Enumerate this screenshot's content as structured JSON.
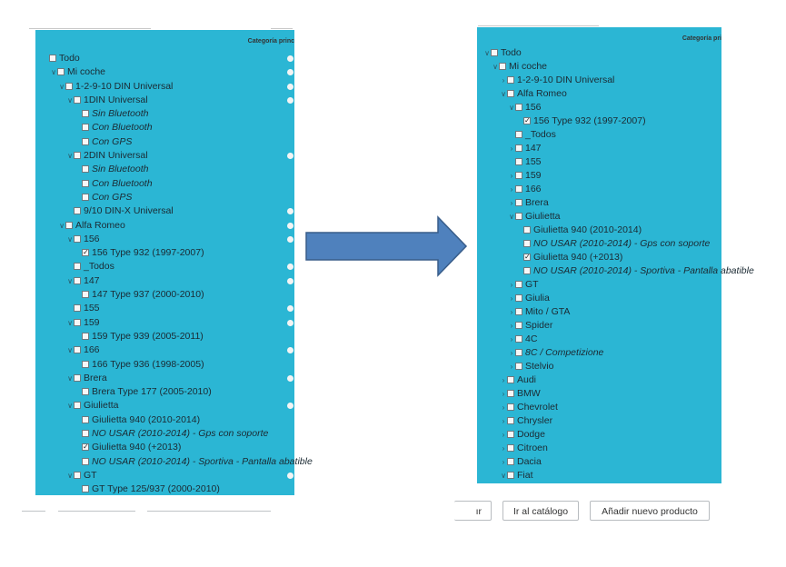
{
  "left": {
    "header": "Categoría princ",
    "rows": [
      {
        "d": 0,
        "tog": "",
        "label": "Todo",
        "c": false,
        "i": false
      },
      {
        "d": 1,
        "tog": "∨",
        "label": "Mi coche",
        "c": false,
        "i": false
      },
      {
        "d": 2,
        "tog": "∨",
        "label": "1-2-9-10 DIN Universal",
        "c": false,
        "i": false
      },
      {
        "d": 3,
        "tog": "∨",
        "label": "1DIN Universal",
        "c": false,
        "i": false
      },
      {
        "d": 4,
        "tog": "",
        "label": "Sin Bluetooth",
        "c": false,
        "i": true
      },
      {
        "d": 4,
        "tog": "",
        "label": "Con Bluetooth",
        "c": false,
        "i": true
      },
      {
        "d": 4,
        "tog": "",
        "label": "Con GPS",
        "c": false,
        "i": true
      },
      {
        "d": 3,
        "tog": "∨",
        "label": "2DIN Universal",
        "c": false,
        "i": false
      },
      {
        "d": 4,
        "tog": "",
        "label": "Sin Bluetooth",
        "c": false,
        "i": true
      },
      {
        "d": 4,
        "tog": "",
        "label": "Con Bluetooth",
        "c": false,
        "i": true
      },
      {
        "d": 4,
        "tog": "",
        "label": "Con GPS",
        "c": false,
        "i": true
      },
      {
        "d": 3,
        "tog": "",
        "label": "9/10 DIN-X Universal",
        "c": false,
        "i": false
      },
      {
        "d": 2,
        "tog": "∨",
        "label": "Alfa Romeo",
        "c": false,
        "i": false
      },
      {
        "d": 3,
        "tog": "∨",
        "label": "156",
        "c": false,
        "i": false
      },
      {
        "d": 4,
        "tog": "",
        "label": "156 Type 932 (1997-2007)",
        "c": true,
        "i": false
      },
      {
        "d": 3,
        "tog": "",
        "label": "_Todos",
        "c": false,
        "i": false
      },
      {
        "d": 3,
        "tog": "∨",
        "label": "147",
        "c": false,
        "i": false
      },
      {
        "d": 4,
        "tog": "",
        "label": "147 Type 937 (2000-2010)",
        "c": false,
        "i": false
      },
      {
        "d": 3,
        "tog": "",
        "label": "155",
        "c": false,
        "i": false
      },
      {
        "d": 3,
        "tog": "∨",
        "label": "159",
        "c": false,
        "i": false
      },
      {
        "d": 4,
        "tog": "",
        "label": "159 Type 939 (2005-2011)",
        "c": false,
        "i": false
      },
      {
        "d": 3,
        "tog": "∨",
        "label": "166",
        "c": false,
        "i": false
      },
      {
        "d": 4,
        "tog": "",
        "label": "166 Type 936 (1998-2005)",
        "c": false,
        "i": false
      },
      {
        "d": 3,
        "tog": "∨",
        "label": "Brera",
        "c": false,
        "i": false
      },
      {
        "d": 4,
        "tog": "",
        "label": "Brera Type 177 (2005-2010)",
        "c": false,
        "i": false
      },
      {
        "d": 3,
        "tog": "∨",
        "label": "Giulietta",
        "c": false,
        "i": false
      },
      {
        "d": 4,
        "tog": "",
        "label": "Giulietta 940 (2010-2014)",
        "c": false,
        "i": false
      },
      {
        "d": 4,
        "tog": "",
        "label": "NO USAR (2010-2014) - Gps con soporte",
        "c": false,
        "i": true
      },
      {
        "d": 4,
        "tog": "",
        "label": "Giulietta 940 (+2013)",
        "c": true,
        "i": false
      },
      {
        "d": 4,
        "tog": "",
        "label": "NO USAR (2010-2014) - Sportiva - Pantalla abatible",
        "c": false,
        "i": true
      },
      {
        "d": 3,
        "tog": "∨",
        "label": "GT",
        "c": false,
        "i": false
      },
      {
        "d": 4,
        "tog": "",
        "label": "GT Type 125/937 (2000-2010)",
        "c": false,
        "i": false
      }
    ]
  },
  "right": {
    "header": "Categoría pri",
    "rows": [
      {
        "d": 0,
        "tog": "∨",
        "label": "Todo",
        "c": false,
        "i": false
      },
      {
        "d": 1,
        "tog": "∨",
        "label": "Mi coche",
        "c": false,
        "i": false
      },
      {
        "d": 2,
        "tog": "›",
        "label": "1-2-9-10 DIN Universal",
        "c": false,
        "i": false
      },
      {
        "d": 2,
        "tog": "∨",
        "label": "Alfa Romeo",
        "c": false,
        "i": false
      },
      {
        "d": 3,
        "tog": "∨",
        "label": "156",
        "c": false,
        "i": false
      },
      {
        "d": 4,
        "tog": "",
        "label": "156 Type 932 (1997-2007)",
        "c": true,
        "i": false
      },
      {
        "d": 3,
        "tog": "",
        "label": "_Todos",
        "c": false,
        "i": false
      },
      {
        "d": 3,
        "tog": "›",
        "label": "147",
        "c": false,
        "i": false
      },
      {
        "d": 3,
        "tog": "",
        "label": "155",
        "c": false,
        "i": false
      },
      {
        "d": 3,
        "tog": "›",
        "label": "159",
        "c": false,
        "i": false
      },
      {
        "d": 3,
        "tog": "›",
        "label": "166",
        "c": false,
        "i": false
      },
      {
        "d": 3,
        "tog": "›",
        "label": "Brera",
        "c": false,
        "i": false
      },
      {
        "d": 3,
        "tog": "∨",
        "label": "Giulietta",
        "c": false,
        "i": false
      },
      {
        "d": 4,
        "tog": "",
        "label": "Giulietta 940 (2010-2014)",
        "c": false,
        "i": false
      },
      {
        "d": 4,
        "tog": "",
        "label": "NO USAR (2010-2014) - Gps con soporte",
        "c": false,
        "i": true
      },
      {
        "d": 4,
        "tog": "",
        "label": "Giulietta 940 (+2013)",
        "c": true,
        "i": false
      },
      {
        "d": 4,
        "tog": "",
        "label": "NO USAR (2010-2014) - Sportiva - Pantalla abatible",
        "c": false,
        "i": true
      },
      {
        "d": 3,
        "tog": "›",
        "label": "GT",
        "c": false,
        "i": false
      },
      {
        "d": 3,
        "tog": "›",
        "label": "Giulia",
        "c": false,
        "i": false
      },
      {
        "d": 3,
        "tog": "›",
        "label": "Mito / GTA",
        "c": false,
        "i": false
      },
      {
        "d": 3,
        "tog": "›",
        "label": "Spider",
        "c": false,
        "i": false
      },
      {
        "d": 3,
        "tog": "›",
        "label": "4C",
        "c": false,
        "i": false
      },
      {
        "d": 3,
        "tog": "›",
        "label": "8C / Competizione",
        "c": false,
        "i": true
      },
      {
        "d": 3,
        "tog": "›",
        "label": "Stelvio",
        "c": false,
        "i": false
      },
      {
        "d": 2,
        "tog": "›",
        "label": "Audi",
        "c": false,
        "i": false
      },
      {
        "d": 2,
        "tog": "›",
        "label": "BMW",
        "c": false,
        "i": false
      },
      {
        "d": 2,
        "tog": "›",
        "label": "Chevrolet",
        "c": false,
        "i": false
      },
      {
        "d": 2,
        "tog": "›",
        "label": "Chrysler",
        "c": false,
        "i": false
      },
      {
        "d": 2,
        "tog": "›",
        "label": "Dodge",
        "c": false,
        "i": false
      },
      {
        "d": 2,
        "tog": "›",
        "label": "Citroen",
        "c": false,
        "i": false
      },
      {
        "d": 2,
        "tog": "›",
        "label": "Dacia",
        "c": false,
        "i": false
      },
      {
        "d": 2,
        "tog": "∨",
        "label": "Fiat",
        "c": false,
        "i": false
      }
    ]
  },
  "buttons": {
    "partial": "ır",
    "catalog": "Ir al catálogo",
    "add_product": "Añadir nuevo producto"
  },
  "colors": {
    "panel_bg": "#2bb6d4",
    "arrow_fill": "#4f81bd",
    "arrow_stroke": "#385d8a"
  },
  "icons": {
    "arrow": "right-arrow-icon",
    "checkbox": "checkbox-icon",
    "radio": "radio-icon",
    "toggle": "chevron-icon"
  }
}
